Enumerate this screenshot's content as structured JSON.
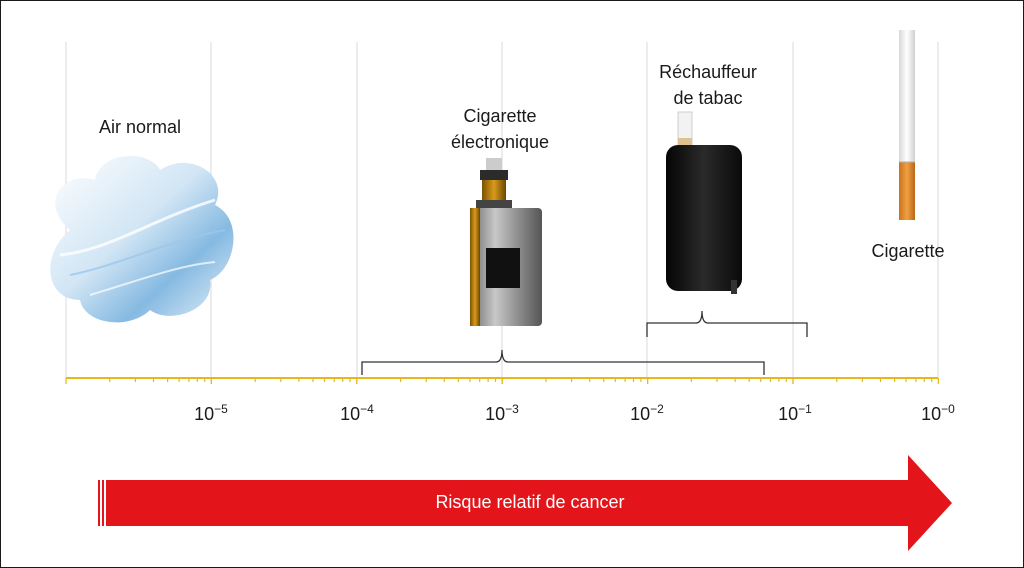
{
  "labels": {
    "air": "Air normal",
    "ecig": [
      "Cigarette",
      "électronique"
    ],
    "heater": [
      "Réchauffeur",
      "de tabac"
    ],
    "cigarette": "Cigarette"
  },
  "axis": {
    "ticks": [
      {
        "base": "10",
        "exp": "−5"
      },
      {
        "base": "10",
        "exp": "−4"
      },
      {
        "base": "10",
        "exp": "−3"
      },
      {
        "base": "10",
        "exp": "−2"
      },
      {
        "base": "10",
        "exp": "−1"
      },
      {
        "base": "10",
        "exp": "−0"
      }
    ]
  },
  "arrow": {
    "label": "Risque relatif de cancer"
  },
  "colors": {
    "axis": "#e8b81a",
    "arrow": "#e3151a",
    "grid": "#d9d9d9",
    "bracket": "#333333"
  }
}
